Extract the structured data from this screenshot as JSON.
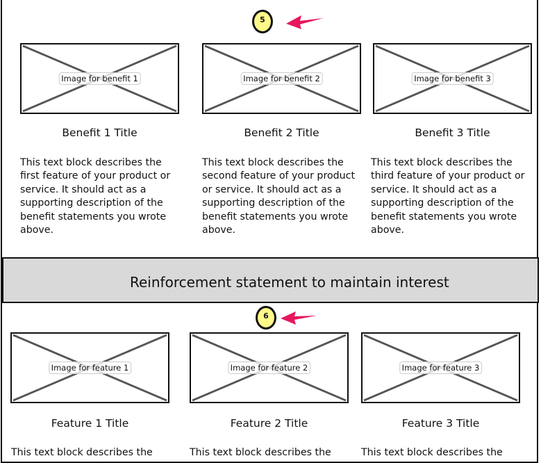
{
  "callouts": [
    "5",
    "6"
  ],
  "benefits": [
    {
      "image_label": "Image for benefit 1",
      "title": "Benefit 1 Title",
      "text": "This text block describes the first feature of your product or service. It should act as a supporting description of the benefit statements you wrote above."
    },
    {
      "image_label": "Image for benefit 2",
      "title": "Benefit 2 Title",
      "text": "This text block describes the second feature of your product or service. It should act as a supporting description of the benefit statements you wrote above."
    },
    {
      "image_label": "Image for benefit 3",
      "title": "Benefit 3 Title",
      "text": "This text block describes the third feature of your product or service. It should act as a supporting description of the benefit statements you wrote above."
    }
  ],
  "banner": "Reinforcement statement to maintain interest",
  "features": [
    {
      "image_label": "Image for feature 1",
      "title": "Feature 1 Title",
      "text": "This text block describes the"
    },
    {
      "image_label": "Image for feature 2",
      "title": "Feature 2 Title",
      "text": "This text block describes the"
    },
    {
      "image_label": "Image for feature 3",
      "title": "Feature 3 Title",
      "text": "This text block describes the"
    }
  ],
  "colors": {
    "callout": "#fff98a",
    "arrow": "#e8175d",
    "banner": "#d9d9d9"
  }
}
